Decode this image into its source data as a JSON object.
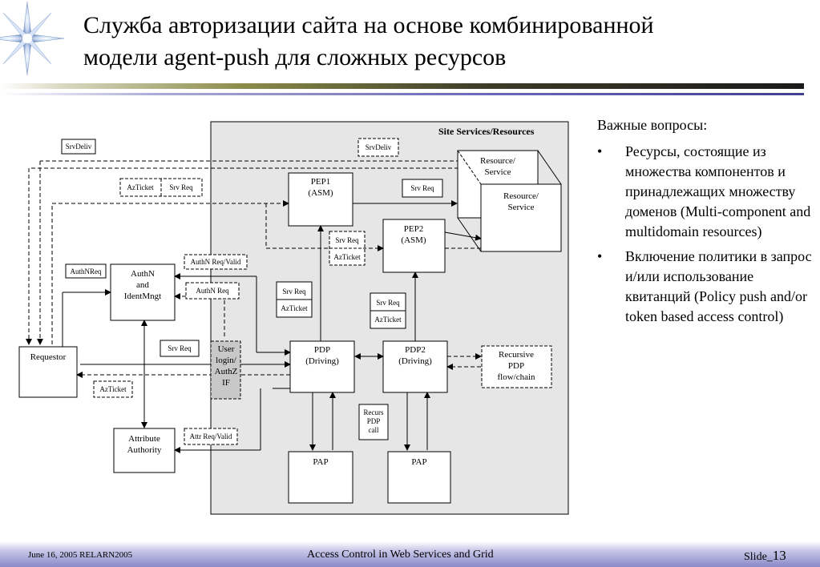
{
  "slide": {
    "title_line1": "Служба авторизации сайта на основе комбинированной",
    "title_line2": "модели agent-push для сложных ресурсов"
  },
  "diagram": {
    "site_label": "Site Services/Resources",
    "srvdeliv_left": "SrvDeliv",
    "srvdeliv_right": "SrvDeliv",
    "azticket_top": "AzTicket",
    "srvreq_top": "Srv Req",
    "pep1_line1": "PEP1",
    "pep1_line2": "(ASM)",
    "pep2_line1": "PEP2",
    "pep2_line2": "(ASM)",
    "srvreq_pep1": "Srv Req",
    "resource_back_line1": "Resource/",
    "resource_back_line2": "Service",
    "resource_front_line1": "Resource/",
    "resource_front_line2": "Service",
    "authnreq_left": "AuthNReq",
    "authn_line1": "AuthN",
    "authn_line2": "and",
    "authn_line3": "IdentMngt",
    "authn_reqvalid": "AuthN Req/Valid",
    "authn_req": "AuthN Req",
    "srvreq_mid_srv": "Srv Req",
    "srvreq_mid_az": "AzTicket",
    "srvreq_pep2_srv": "Srv Req",
    "srvreq_pep2_az": "AzTicket",
    "srvreq_dashed_srv": "Srv Req",
    "srvreq_dashed_az": "AzTicket",
    "requestor": "Requestor",
    "srvreq_left": "Srv Req",
    "azticket_left": "AzTicket",
    "user_login_1": "User",
    "user_login_2": "login/",
    "user_login_3": "AuthZ",
    "user_login_4": "IF",
    "pdp_line1": "PDP",
    "pdp_line2": "(Driving)",
    "pdp2_line1": "PDP2",
    "pdp2_line2": "(Driving)",
    "recursive_line1": "Recursive",
    "recursive_line2": "PDP",
    "recursive_line3": "flow/chain",
    "recurs_call_1": "Recurs",
    "recurs_call_2": "PDP",
    "recurs_call_3": "call",
    "attr_auth_line1": "Attribute",
    "attr_auth_line2": "Authority",
    "attr_reqvalid": "Attr Req/Valid",
    "pap1": "PAP",
    "pap2": "PAP"
  },
  "notes": {
    "lead": "Важные вопросы:",
    "bullet_symbol": "•",
    "item1": "Ресурсы, состоящие из множества компонентов и принадлежащих множеству доменов (Multi-component and multidomain resources)",
    "item2": "Включение политики в запрос и/или использование квитанций (Policy push and/or token based access control)"
  },
  "footer": {
    "left": "June 16, 2005 RELARN2005",
    "center": "Access Control in Web Services and Grid",
    "slide_label": "Slide_",
    "slide_num": "13"
  }
}
